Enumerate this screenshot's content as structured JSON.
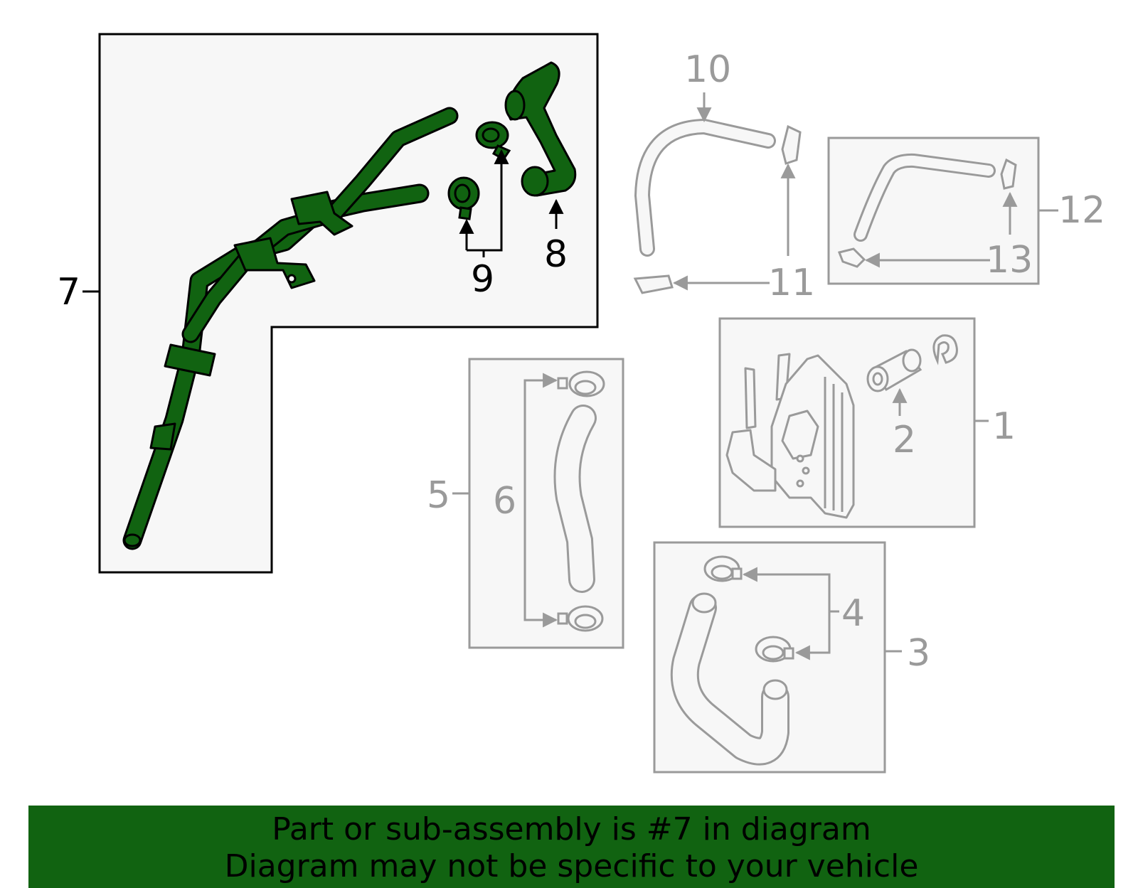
{
  "colors": {
    "highlight": "#116311",
    "muted_line": "#9a9a9a",
    "box_fill": "#f7f7f7",
    "banner_bg": "#116311"
  },
  "callouts": {
    "c1": "1",
    "c2": "2",
    "c3": "3",
    "c4": "4",
    "c5": "5",
    "c6": "6",
    "c7": "7",
    "c8": "8",
    "c9": "9",
    "c10": "10",
    "c11": "11",
    "c12": "12",
    "c13": "13"
  },
  "banner": {
    "line1": "Part or sub-assembly is #7 in diagram",
    "line2": "Diagram may not be specific to your vehicle"
  }
}
